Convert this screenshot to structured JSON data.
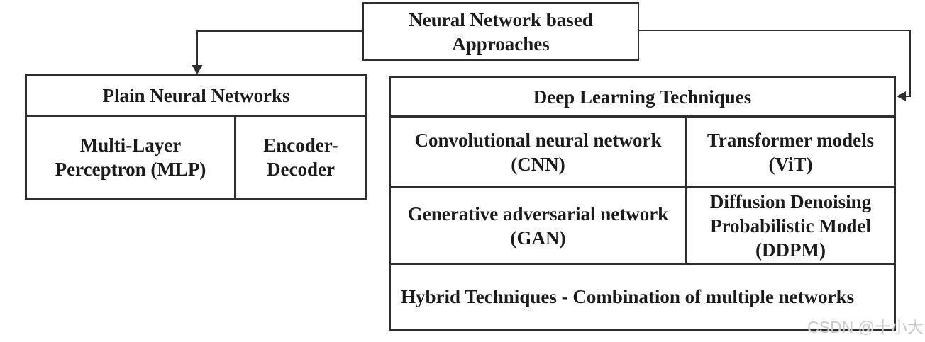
{
  "colors": {
    "line": "#2e2e2e",
    "text": "#1b1b1b",
    "background": "#ffffff",
    "watermark": "#c9c9c9"
  },
  "root_box": {
    "label": "Neural Network based\nApproaches"
  },
  "plain_networks": {
    "header": "Plain Neural Networks",
    "cells": [
      {
        "label": "Multi-Layer\nPerceptron (MLP)"
      },
      {
        "label": "Encoder-\nDecoder"
      }
    ]
  },
  "deep_learning": {
    "header": "Deep Learning Techniques",
    "rows": [
      [
        {
          "label": "Convolutional neural network\n(CNN)"
        },
        {
          "label": "Transformer models\n(ViT)"
        }
      ],
      [
        {
          "label": "Generative adversarial network\n(GAN)"
        },
        {
          "label": "Diffusion Denoising\nProbabilistic Model\n(DDPM)"
        }
      ]
    ],
    "footer": "Hybrid Techniques - Combination of multiple networks"
  },
  "watermark": "CSDN @十小大"
}
